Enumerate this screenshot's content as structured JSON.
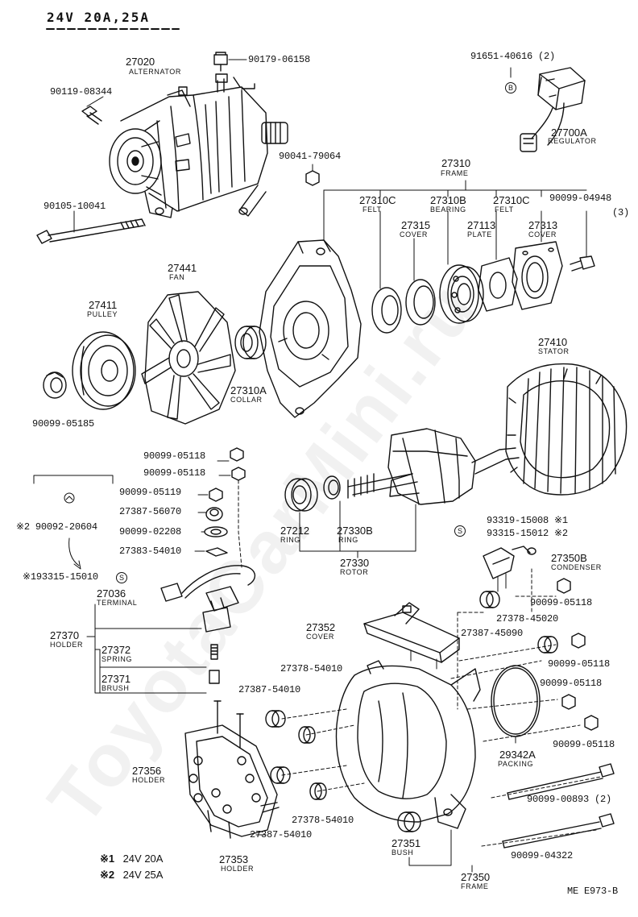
{
  "header": {
    "title": "24V 20A,25A"
  },
  "watermark": "ToyotaCarMini.ru",
  "drawing_code": "ME E973-B",
  "legend": [
    {
      "mark": "※1",
      "text": "24V 20A"
    },
    {
      "mark": "※2",
      "text": "24V 25A"
    }
  ],
  "parts": {
    "p27020": {
      "number": "27020",
      "name": "ALTERNATOR"
    },
    "p90179": {
      "number": "90179-06158"
    },
    "p90119": {
      "number": "90119-08344"
    },
    "p91651": {
      "number": "91651-40616 (2)"
    },
    "p91651_mark": "B",
    "p27700A": {
      "number": "27700A",
      "name": "REGULATOR"
    },
    "p90041": {
      "number": "90041-79064"
    },
    "p27310": {
      "number": "27310",
      "name": "FRAME"
    },
    "p90105": {
      "number": "90105-10041"
    },
    "p27310C_a": {
      "number": "27310C",
      "name": "FELT"
    },
    "p27310B": {
      "number": "27310B",
      "name": "BEARING"
    },
    "p27310C_b": {
      "number": "27310C",
      "name": "FELT"
    },
    "p90099_04948": {
      "number": "90099-04948",
      "qty": "(3)"
    },
    "p27315": {
      "number": "27315",
      "name": "COVER"
    },
    "p27113": {
      "number": "27113",
      "name": "PLATE"
    },
    "p27313": {
      "number": "27313",
      "name": "COVER"
    },
    "p27441": {
      "number": "27441",
      "name": "FAN"
    },
    "p27411": {
      "number": "27411",
      "name": "PULLEY"
    },
    "p27410": {
      "number": "27410",
      "name": "STATOR"
    },
    "p27310A": {
      "number": "27310A",
      "name": "COLLAR"
    },
    "p90099_05185": {
      "number": "90099-05185"
    },
    "p90099_05118_a": {
      "number": "90099-05118"
    },
    "p90099_05118_b": {
      "number": "90099-05118"
    },
    "p90099_05119": {
      "number": "90099-05119"
    },
    "p27387_56070": {
      "number": "27387-56070"
    },
    "p90099_02208": {
      "number": "90099-02208"
    },
    "p27383_54010": {
      "number": "27383-54010"
    },
    "p90092": {
      "number": "※2 90092-20604"
    },
    "p93315_15010": {
      "number": "※193315-15010"
    },
    "p93315_15010_mark": "S",
    "p27212": {
      "number": "27212",
      "name": "RING"
    },
    "p27330B": {
      "number": "27330B",
      "name": "RING"
    },
    "p27330": {
      "number": "27330",
      "name": "ROTOR"
    },
    "p93319": {
      "number": "93319-15008 ※1"
    },
    "p93315_15012": {
      "number": "93315-15012 ※2"
    },
    "p93319_mark": "S",
    "p27350B": {
      "number": "27350B",
      "name": "CONDENSER"
    },
    "p27036": {
      "number": "27036",
      "name": "TERMINAL"
    },
    "p27370": {
      "number": "27370",
      "name": "HOLDER"
    },
    "p27372": {
      "number": "27372",
      "name": "SPRING"
    },
    "p27371": {
      "number": "27371",
      "name": "BRUSH"
    },
    "p27352": {
      "number": "27352",
      "name": "COVER"
    },
    "p90099_05118_c": {
      "number": "90099-05118"
    },
    "p27378_45020": {
      "number": "27378-45020"
    },
    "p27387_45090": {
      "number": "27387-45090"
    },
    "p90099_05118_d": {
      "number": "90099-05118"
    },
    "p27378_54010_a": {
      "number": "27378-54010"
    },
    "p90099_05118_e": {
      "number": "90099-05118"
    },
    "p27387_54010_a": {
      "number": "27387-54010"
    },
    "p90099_05118_f": {
      "number": "90099-05118"
    },
    "p29342A": {
      "number": "29342A",
      "name": "PACKING"
    },
    "p27356": {
      "number": "27356",
      "name": "HOLDER"
    },
    "p90099_00893": {
      "number": "90099-00893 (2)"
    },
    "p27378_54010_b": {
      "number": "27378-54010"
    },
    "p27387_54010_b": {
      "number": "27387-54010"
    },
    "p27351": {
      "number": "27351",
      "name": "BUSH"
    },
    "p90099_04322": {
      "number": "90099-04322"
    },
    "p27353": {
      "number": "27353",
      "name": "HOLDER"
    },
    "p27350": {
      "number": "27350",
      "name": "FRAME"
    }
  }
}
